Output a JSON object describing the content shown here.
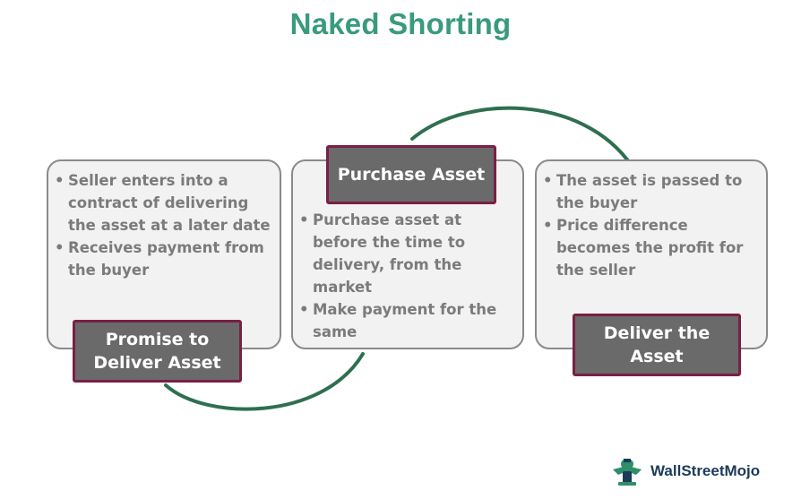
{
  "title": "Naked Shorting",
  "steps": [
    {
      "label": "Promise to\nDeliver Asset",
      "bullets": [
        "Seller enters into a contract of delivering the asset at a later date",
        "Receives payment from the buyer"
      ]
    },
    {
      "label": "Purchase Asset",
      "bullets": [
        "Purchase asset at before the time to delivery, from the market",
        "Make payment for the same"
      ]
    },
    {
      "label": "Deliver the\nAsset",
      "bullets": [
        "The asset is passed to the buyer",
        "Price difference becomes the profit for the seller"
      ]
    }
  ],
  "brand": {
    "name": "WallStreetMojo"
  },
  "colors": {
    "title": "#3a9a7c",
    "curve": "#2e6f4f",
    "label_bg": "#6a6a6a",
    "label_border": "#7a1f45",
    "card_bg": "#f2f2f2"
  }
}
